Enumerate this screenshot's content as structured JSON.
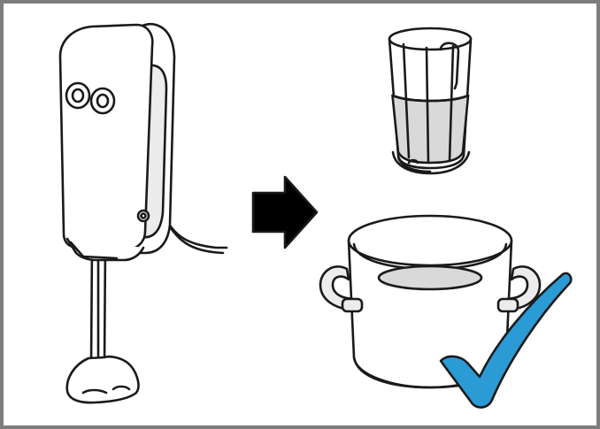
{
  "figure": {
    "panels": [
      {
        "id": "hand-blender",
        "icon": "hand-blender-icon"
      },
      {
        "id": "next",
        "icon": "right-arrow-icon"
      },
      {
        "id": "tall-beaker",
        "icon": "measuring-beaker-icon"
      },
      {
        "id": "cooking-pot",
        "icon": "cooking-pot-icon"
      },
      {
        "id": "approval",
        "icon": "check-mark-icon"
      }
    ],
    "colors": {
      "frame_border": "#7d7d7d",
      "line": "#1a1a1a",
      "fill": "#ffffff",
      "shade": "#ececec",
      "liquid": "#d9d9d9",
      "check": "#2b9bd6"
    }
  }
}
